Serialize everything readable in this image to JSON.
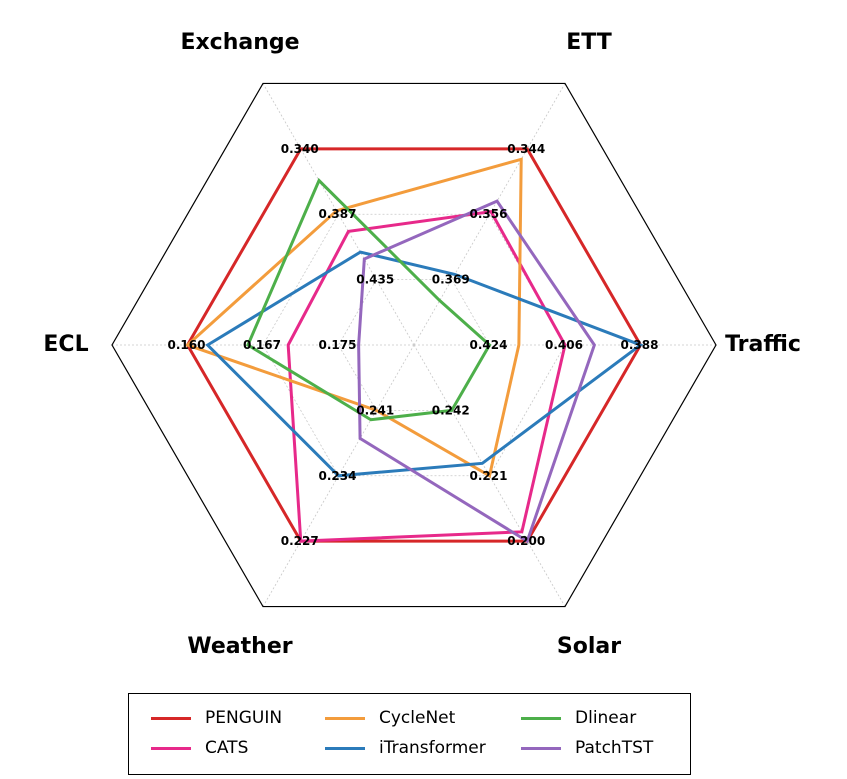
{
  "chart_data": {
    "type": "radar",
    "axes": [
      {
        "name": "Traffic",
        "ticks": [
          "0.424",
          "0.406",
          "0.388"
        ]
      },
      {
        "name": "ETT",
        "ticks": [
          "0.369",
          "0.356",
          "0.344"
        ]
      },
      {
        "name": "Exchange",
        "ticks": [
          "0.435",
          "0.387",
          "0.340"
        ]
      },
      {
        "name": "ECL",
        "ticks": [
          "0.175",
          "0.167",
          "0.160"
        ]
      },
      {
        "name": "Weather",
        "ticks": [
          "0.241",
          "0.234",
          "0.227"
        ]
      },
      {
        "name": "Solar",
        "ticks": [
          "0.242",
          "0.221",
          "0.200"
        ]
      }
    ],
    "series": [
      {
        "name": "PENGUIN",
        "color": "#d62728",
        "values": [
          0.388,
          0.344,
          0.34,
          0.16,
          0.227,
          0.2
        ]
      },
      {
        "name": "CATS",
        "color": "#e7298a",
        "values": [
          0.406,
          0.356,
          0.4,
          0.17,
          0.227,
          0.203
        ]
      },
      {
        "name": "CycleNet",
        "color": "#f39c3c",
        "values": [
          0.417,
          0.346,
          0.385,
          0.16,
          0.241,
          0.221
        ]
      },
      {
        "name": "iTransformer",
        "color": "#2b7bba",
        "values": [
          0.388,
          0.368,
          0.415,
          0.162,
          0.234,
          0.225
        ]
      },
      {
        "name": "Dlinear",
        "color": "#4daf4a",
        "values": [
          0.424,
          0.373,
          0.363,
          0.166,
          0.24,
          0.242
        ]
      },
      {
        "name": "PatchTST",
        "color": "#9467bd",
        "values": [
          0.399,
          0.354,
          0.42,
          0.177,
          0.238,
          0.2
        ]
      }
    ],
    "legend_position": "bottom",
    "grid": true
  }
}
